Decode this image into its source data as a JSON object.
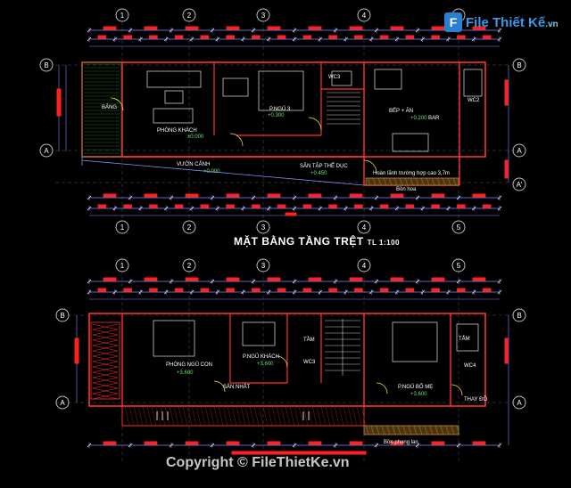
{
  "watermark": {
    "logo_letter": "F",
    "brand": "File Thiết Kế",
    "domain": ".vn"
  },
  "copyright": "Copyright © FileThietKe.vn",
  "plan1": {
    "title": "MẶT BẰNG TẦNG TRỆT",
    "scale": "TL 1:100",
    "grid_columns": [
      "1",
      "2",
      "3",
      "4",
      "5"
    ],
    "grid_rows": [
      "B",
      "A",
      "A'"
    ],
    "rooms": {
      "balcony": "BẢNG",
      "living": "PHÒNG KHÁCH",
      "bedroom": "P.NGỦ 3",
      "wc": "WC3",
      "kitchen": "BẾP + ĂN",
      "bar": "BAR",
      "wc2": "WC2",
      "garden": "VƯỜN CẢNH",
      "sink": "SÂN TẬP THỂ DỤC",
      "note": "Hoàn lãnh trường hợp cao 3,7m",
      "flower": "Bồn hoa"
    },
    "levels": [
      "±0.000",
      "+0.300",
      "+0.450",
      "+0.200",
      "+0.000"
    ]
  },
  "plan2": {
    "grid_columns": [
      "1",
      "2",
      "3",
      "4",
      "5"
    ],
    "grid_rows": [
      "B",
      "A"
    ],
    "rooms": {
      "children": "PHÒNG NGỦ CON",
      "guest": "P.NGỦ KHÁCH",
      "wc3": "WC3",
      "stair": "TẦM",
      "parents": "P.NGỦ BỐ MẸ",
      "tam": "TẮM",
      "wc4": "WC4",
      "tuday": "THAY ĐỒ",
      "balcony": "SÂN NHẤT",
      "flower": "Bồn phong lan"
    },
    "levels": [
      "+3.600",
      "+3.600",
      "+3.600"
    ]
  }
}
